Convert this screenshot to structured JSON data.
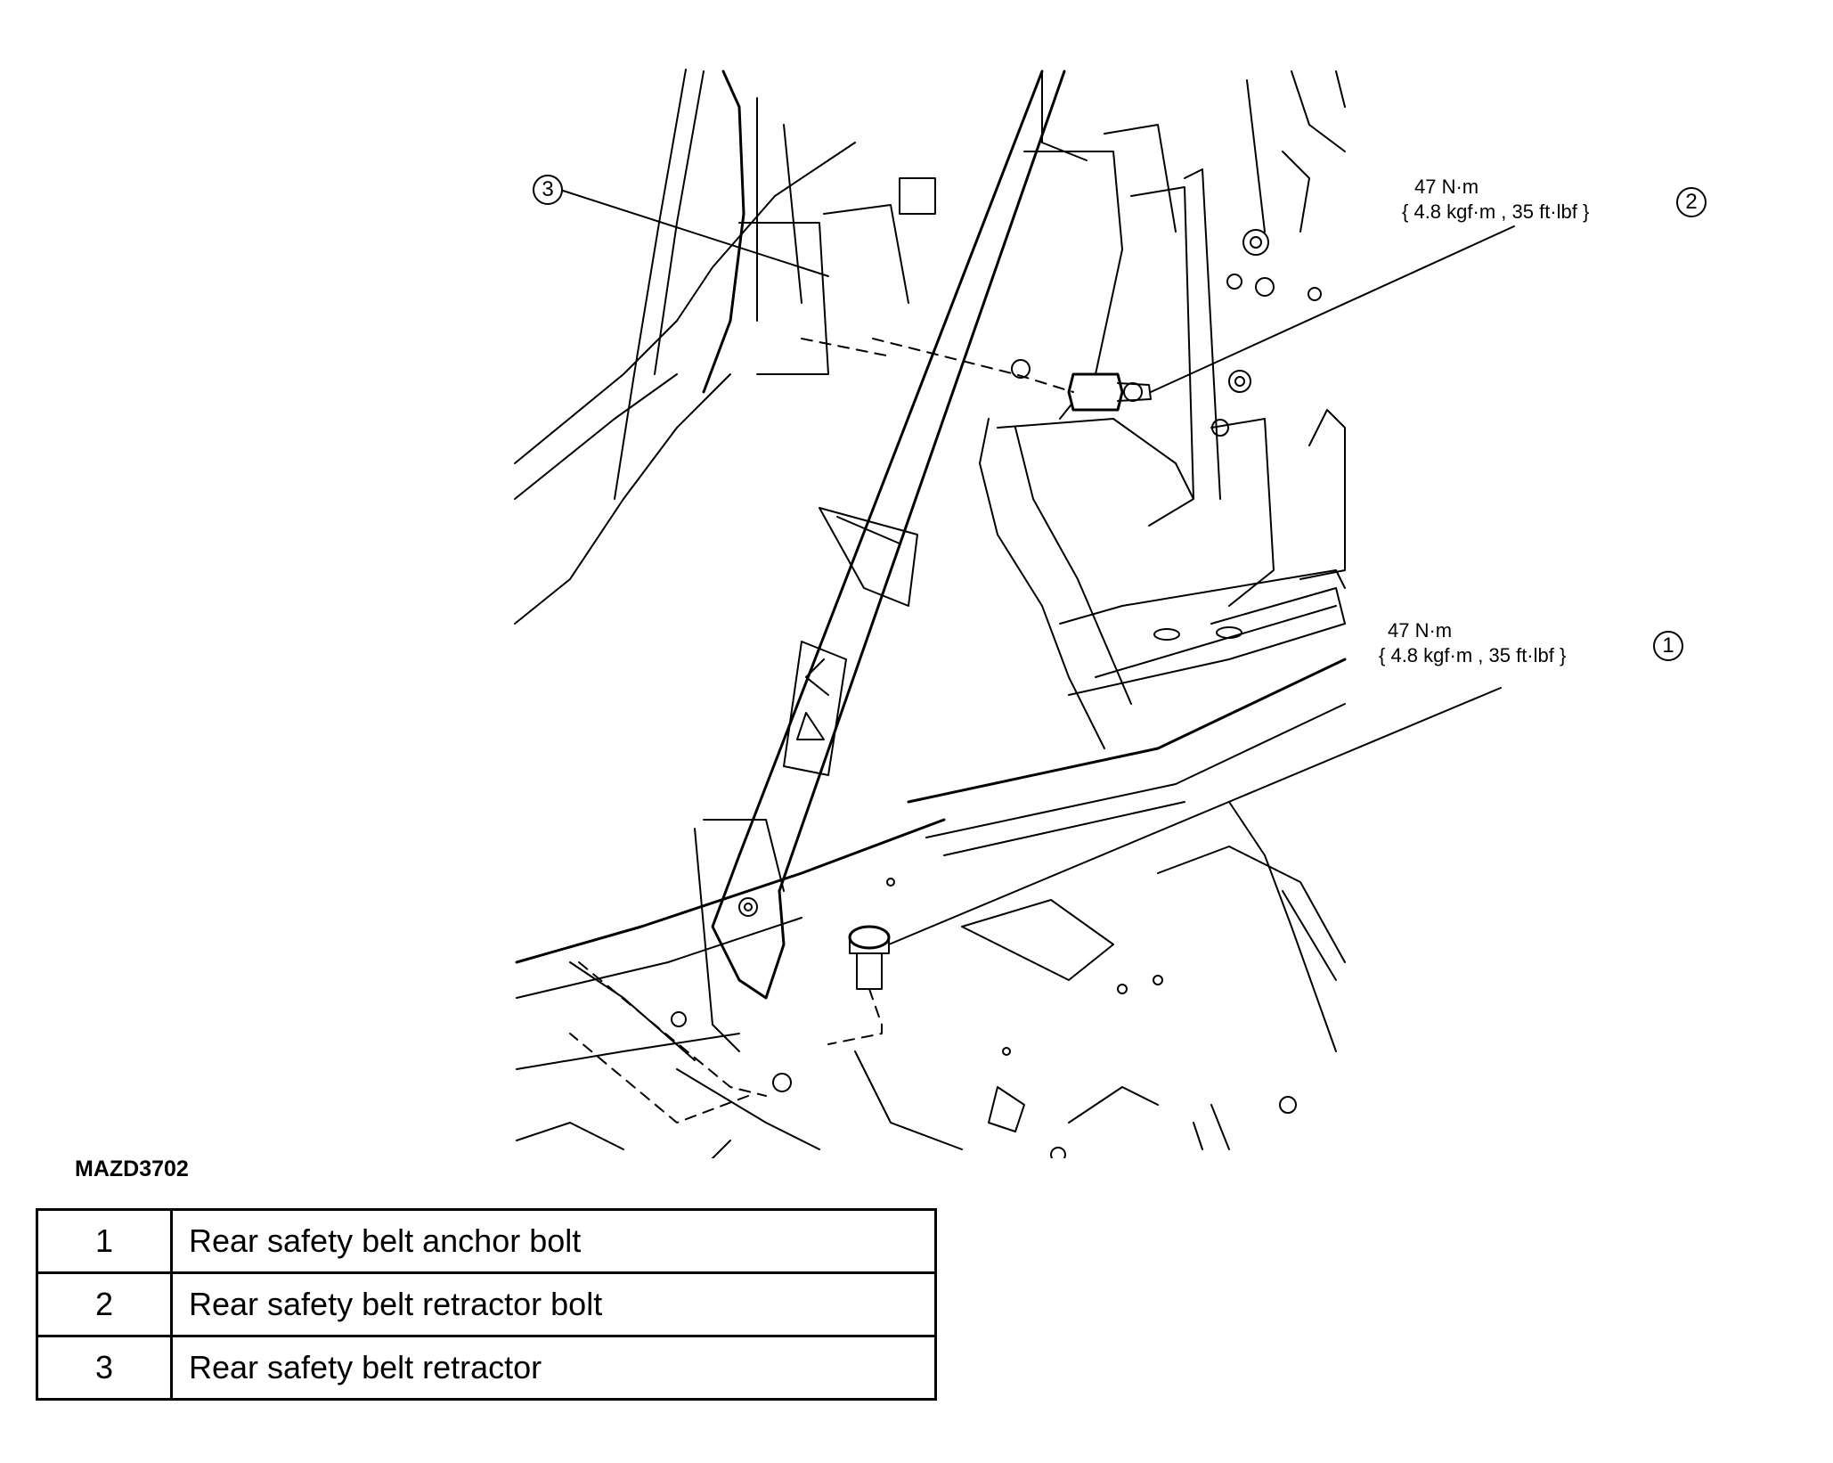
{
  "figure": {
    "code": "MAZD3702"
  },
  "callouts": [
    {
      "id": "1",
      "torque": "47 N·m",
      "torque_alt": "{ 4.8 kgf·m , 35 ft·lbf }"
    },
    {
      "id": "2",
      "torque": "47 N·m",
      "torque_alt": "{ 4.8 kgf·m , 35 ft·lbf }"
    },
    {
      "id": "3"
    }
  ],
  "legend": {
    "rows": [
      {
        "num": "1",
        "desc": "Rear safety belt anchor bolt"
      },
      {
        "num": "2",
        "desc": "Rear safety belt retractor bolt"
      },
      {
        "num": "3",
        "desc": "Rear safety belt retractor"
      }
    ]
  }
}
